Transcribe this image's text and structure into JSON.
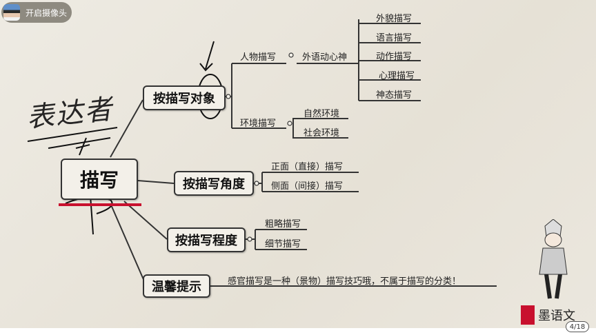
{
  "camera": {
    "label": "开启摄像头"
  },
  "mindmap": {
    "root": "描写",
    "branches": [
      {
        "label": "按描写对象",
        "sub": [
          {
            "label": "人物描写",
            "child": "外语动心神",
            "leaves": [
              "外貌描写",
              "语言描写",
              "动作描写",
              "心理描写",
              "神态描写"
            ]
          },
          {
            "label": "环境描写",
            "leaves": [
              "自然环境",
              "社会环境"
            ]
          }
        ]
      },
      {
        "label": "按描写角度",
        "leaves": [
          "正面（直接）描写",
          "侧面（间接）描写"
        ]
      },
      {
        "label": "按描写程度",
        "leaves": [
          "粗略描写",
          "细节描写"
        ]
      },
      {
        "label": "温馨提示",
        "leaves": [
          "感官描写是一种（景物）描写技巧哦，不属于描写的分类！"
        ]
      }
    ]
  },
  "handwriting": "表达者",
  "logo": "墨语文",
  "pager": {
    "current": 4,
    "total": 18,
    "text": "4/18"
  },
  "colors": {
    "line": "#333333",
    "underline": "#c8102e",
    "logo": "#c8102e"
  }
}
